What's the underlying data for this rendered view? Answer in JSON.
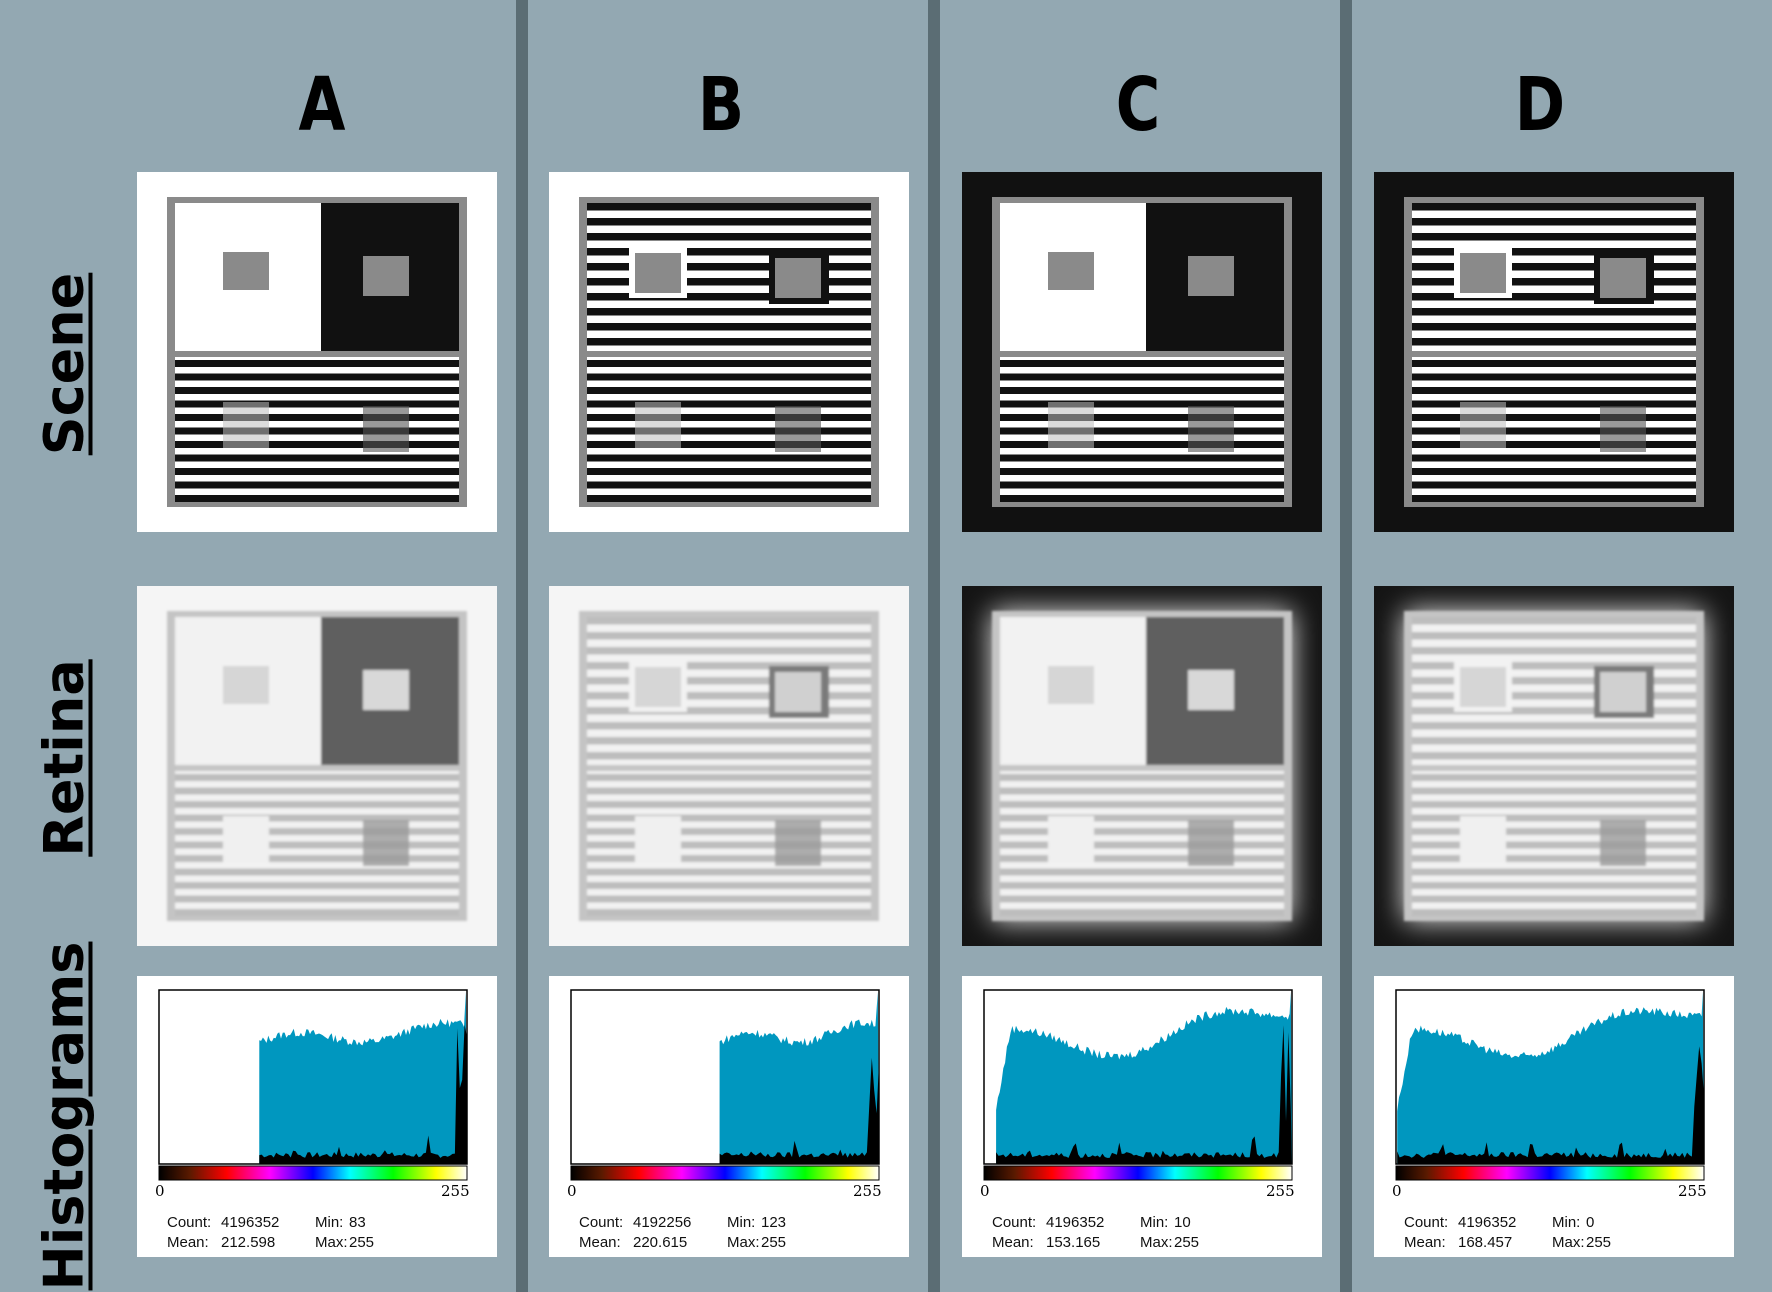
{
  "columns": [
    {
      "letter": "A",
      "surround": "white",
      "top_half": "solid",
      "hist": {
        "count_label": "Count:",
        "count": "4196352",
        "mean_label": "Mean:",
        "mean": "212.598",
        "min_label": "Min:",
        "min": "83",
        "max_label": "Max:",
        "max": "255",
        "x_min": "0",
        "x_max": "255"
      }
    },
    {
      "letter": "B",
      "surround": "white",
      "top_half": "striped",
      "hist": {
        "count_label": "Count:",
        "count": "4192256",
        "mean_label": "Mean:",
        "mean": "220.615",
        "min_label": "Min:",
        "min": "123",
        "max_label": "Max:",
        "max": "255",
        "x_min": "0",
        "x_max": "255"
      }
    },
    {
      "letter": "C",
      "surround": "black",
      "top_half": "solid",
      "hist": {
        "count_label": "Count:",
        "count": "4196352",
        "mean_label": "Mean:",
        "mean": "153.165",
        "min_label": "Min:",
        "min": "10",
        "max_label": "Max:",
        "max": "255",
        "x_min": "0",
        "x_max": "255"
      }
    },
    {
      "letter": "D",
      "surround": "black",
      "top_half": "striped",
      "hist": {
        "count_label": "Count:",
        "count": "4196352",
        "mean_label": "Mean:",
        "mean": "168.457",
        "min_label": "Min:",
        "min": "0",
        "max_label": "Max:",
        "max": "255",
        "x_min": "0",
        "x_max": "255"
      }
    }
  ],
  "rows": {
    "scene": "Scene",
    "retina": "Retina",
    "histograms": "Histograms"
  },
  "colors": {
    "background": "#93a8b2",
    "divider": "#5b6d74",
    "histogram_fill": "#0097bf",
    "gray_patch": "#8a8a8a"
  }
}
